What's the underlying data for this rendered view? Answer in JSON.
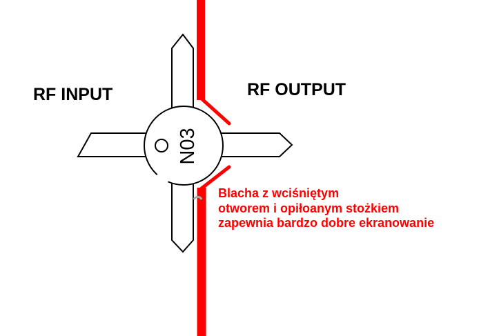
{
  "labels": {
    "rf_input": "RF INPUT",
    "rf_output": "RF OUTPUT",
    "component_marking": "N03"
  },
  "note": {
    "lines": [
      "Blacha z wciśniętym",
      "otworem i opiłoanym stożkiem",
      "zapewnia bardzo dobre ekranowanie"
    ]
  },
  "colors": {
    "shield": "#ff0000",
    "outline": "#000000",
    "note_text": "#ff0000"
  }
}
